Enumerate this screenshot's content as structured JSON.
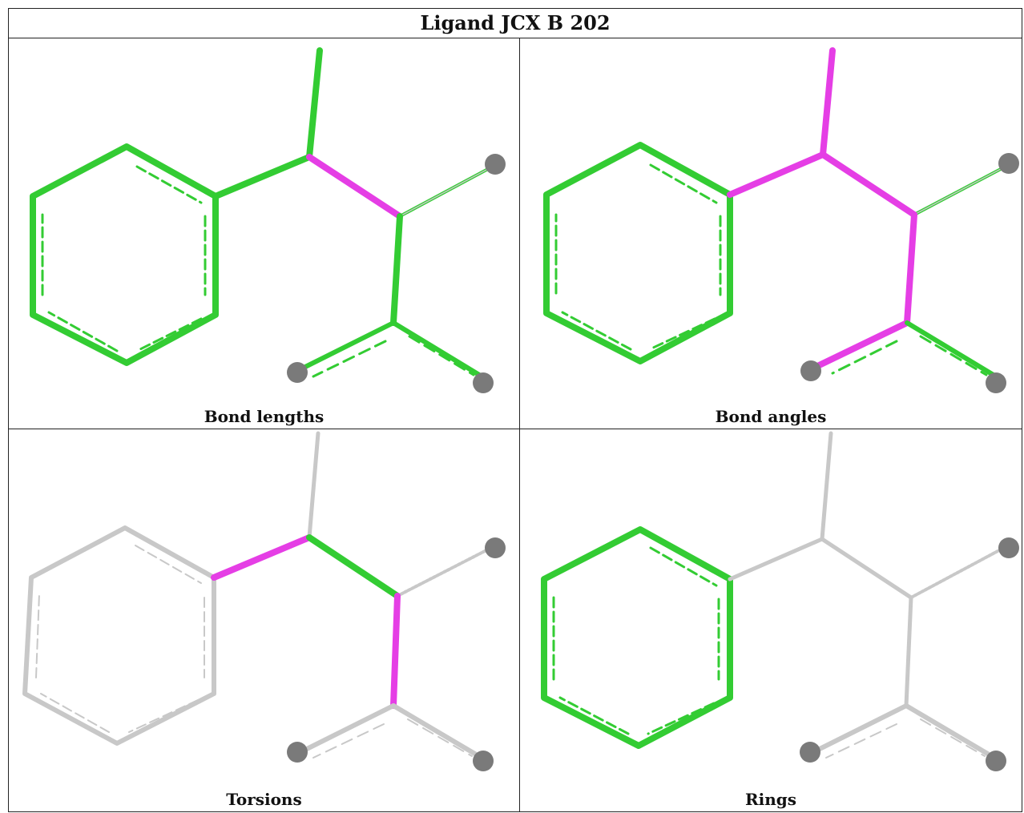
{
  "title": "Ligand JCX B 202",
  "panels": [
    {
      "caption": "Bond lengths"
    },
    {
      "caption": "Bond angles"
    },
    {
      "caption": "Torsions"
    },
    {
      "caption": "Rings"
    }
  ],
  "colors": {
    "normal": "#33cc33",
    "outlier": "#e53ee5",
    "unassessed": "#c8c8c8",
    "atom": "#7a7a7a",
    "border": "#222222"
  }
}
